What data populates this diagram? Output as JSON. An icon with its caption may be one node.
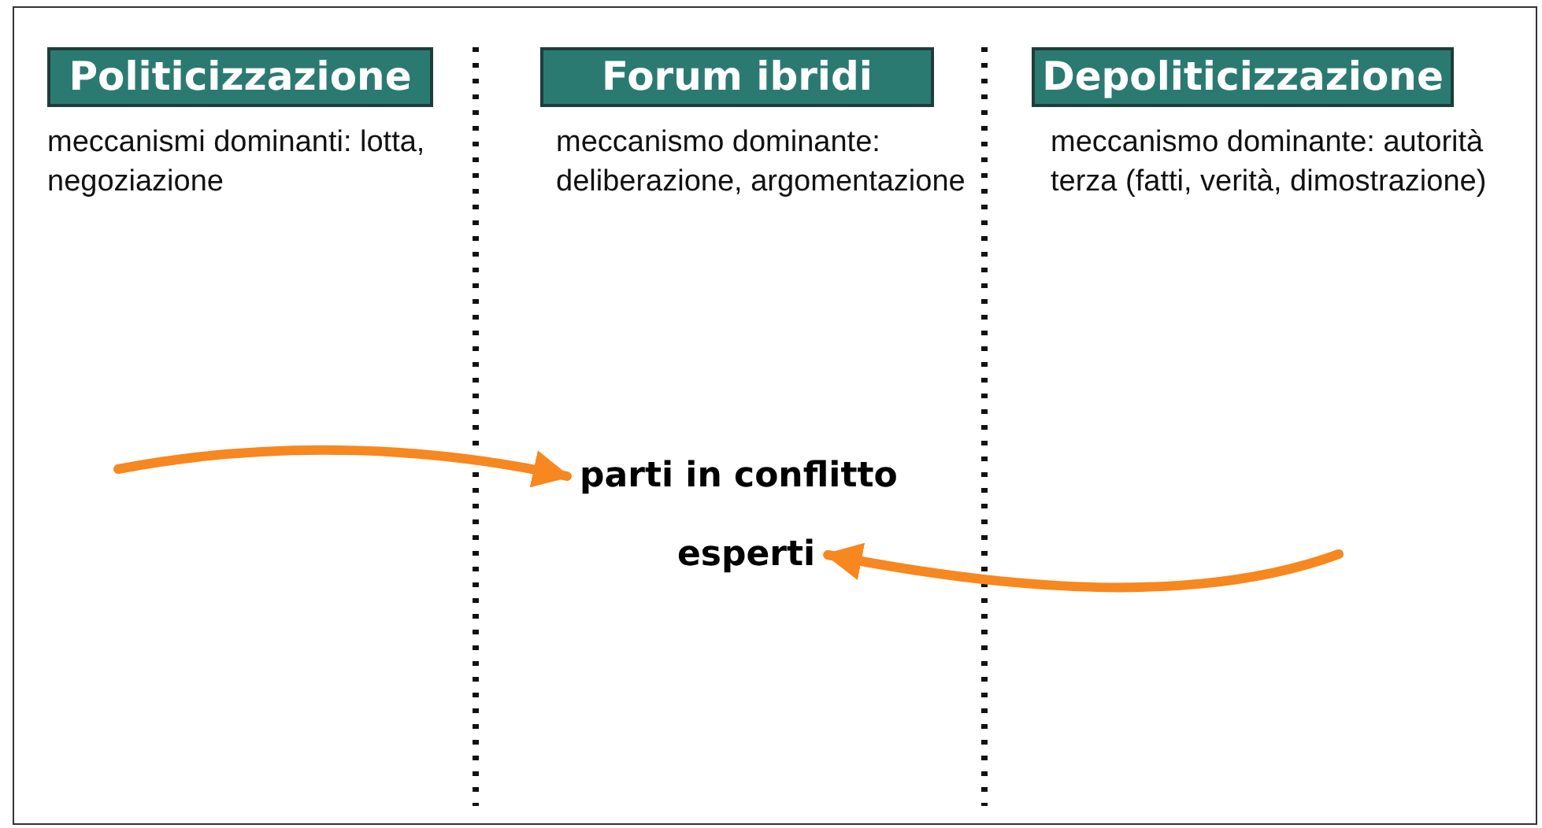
{
  "diagram": {
    "nodes": [
      {
        "text": [
          "Politicizzazione"
        ],
        "beside": [
          "meccanismi dominanti: lotta, negoziazione"
        ]
      },
      {
        "text": [
          "Forum ibridi"
        ],
        "beside": [
          "meccanismo dominante: deliberazione, argomentazione"
        ]
      },
      {
        "text": [
          "Depoliticizzazione"
        ],
        "beside": [
          "meccanismo dominante: autorità terza (fatti, verità, dimostrazione)"
        ]
      },
      {
        "text": [
          "parti in conflitto"
        ]
      },
      {
        "text": [
          "esperti"
        ]
      }
    ],
    "edges": [
      {
        "from": null,
        "to": 3,
        "arrow": "to",
        "color": "#f7871f"
      },
      {
        "from": null,
        "to": 4,
        "arrow": "to",
        "color": "#f7871f"
      }
    ]
  }
}
